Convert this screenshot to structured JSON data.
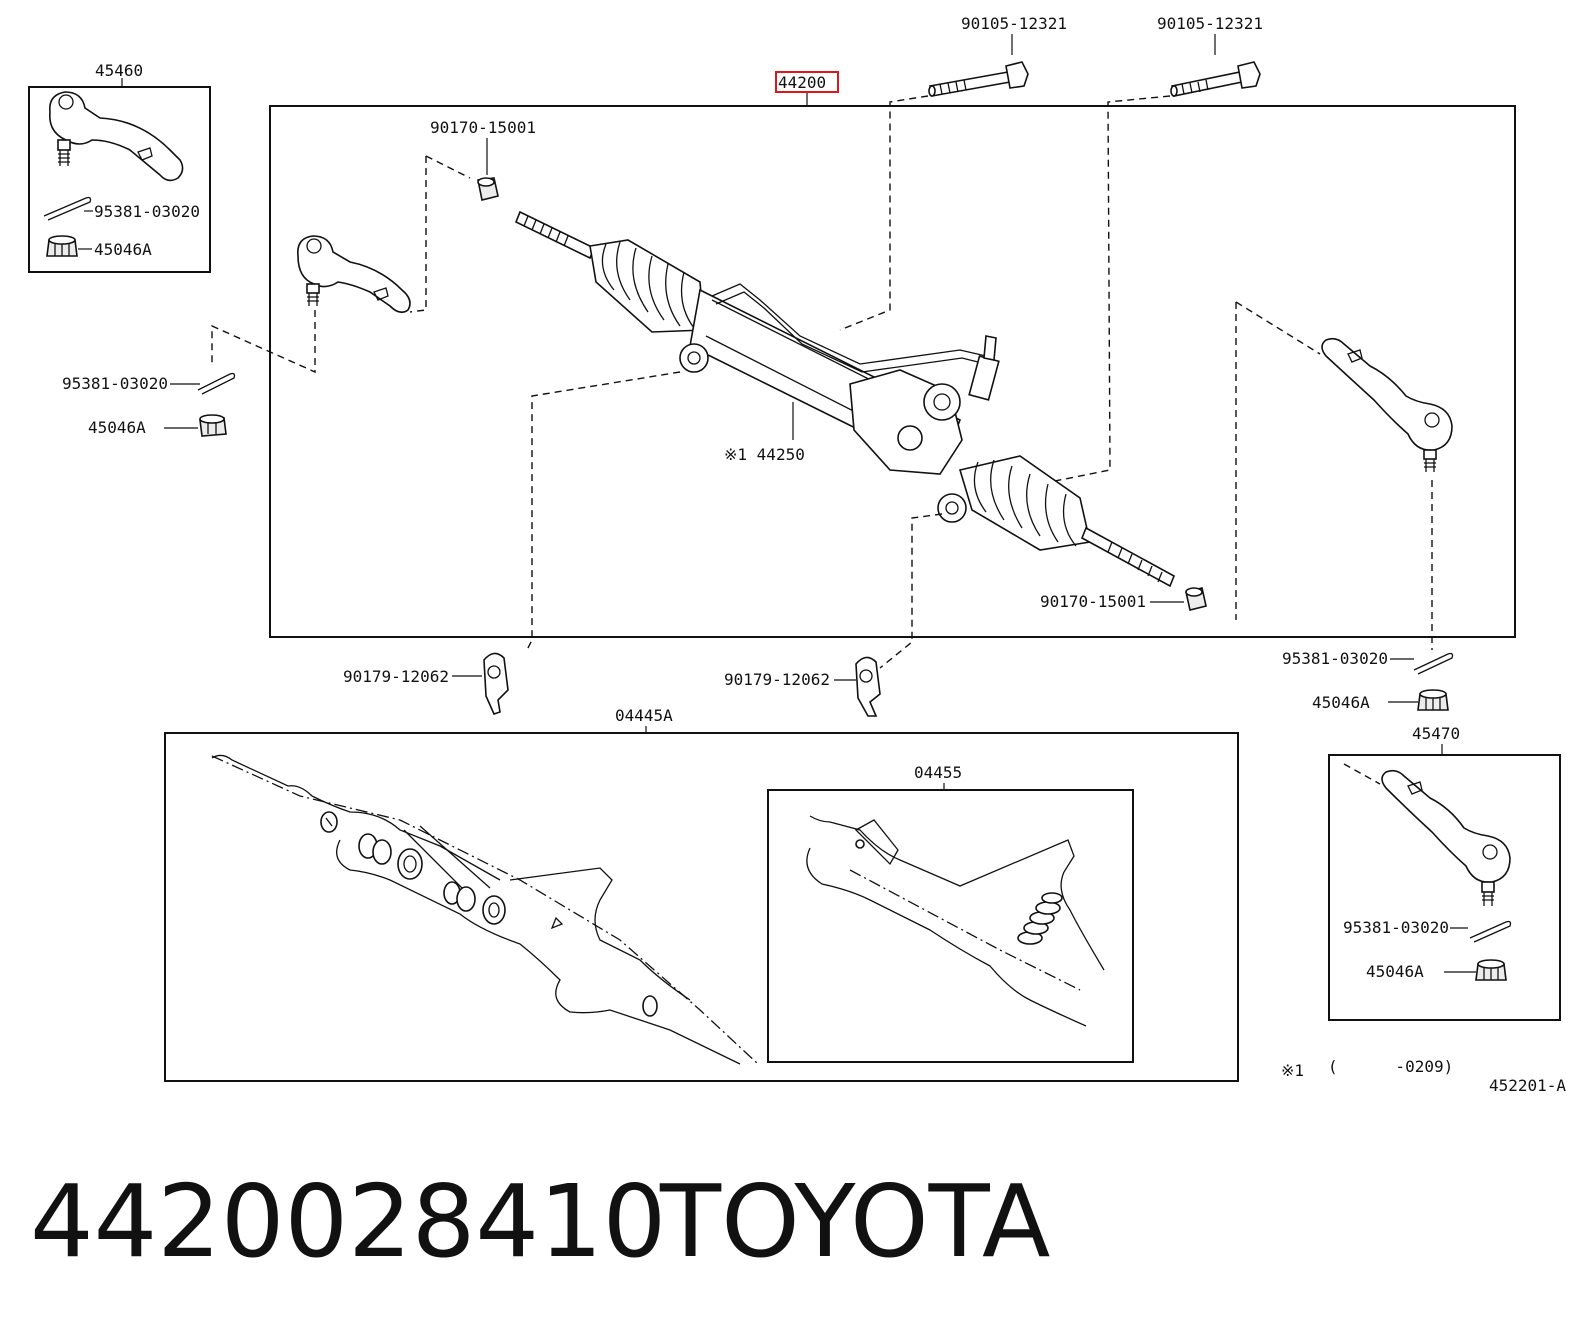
{
  "diagram": {
    "highlighted_part": "44200",
    "assembly_box_label": "44200",
    "rack_label": "※1 44250",
    "kit_box_label": "04445A",
    "subkit_box_label": "04455",
    "left_end_box_label": "45460",
    "right_end_box_label": "45470",
    "left_box_pin": "95381-03020",
    "left_box_nut": "45046A",
    "right_box_pin": "95381-03020",
    "right_box_nut": "45046A",
    "bolt_left": "90105-12321",
    "bolt_right": "90105-12321",
    "nut_upper": "90170-15001",
    "nut_lower": "90170-15001",
    "outer_pin_left": "95381-03020",
    "outer_nut_left": "45046A",
    "outer_pin_right": "95381-03020",
    "outer_nut_right": "45046A",
    "bracket_left": "90179-12062",
    "bracket_right": "90179-12062",
    "footnote_mark": "※1",
    "footnote_range": "(      -0209)",
    "diagram_code": "452201-A"
  },
  "footer": {
    "part_number": "4420028410",
    "brand": "TOYOTA"
  }
}
